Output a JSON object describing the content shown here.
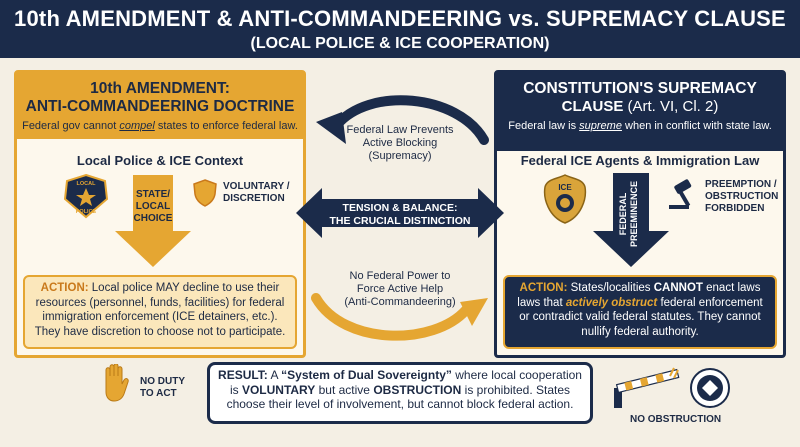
{
  "header": {
    "title": "10th AMENDMENT & ANTI-COMMANDEERING vs. SUPREMACY CLAUSE",
    "subtitle": "(LOCAL POLICE & ICE COOPERATION)"
  },
  "left": {
    "heading_line1": "10th AMENDMENT:",
    "heading_line2": "ANTI-COMMANDEERING DOCTRINE",
    "sub_pre": "Federal gov cannot ",
    "sub_em": "compel",
    "sub_post": " states to enforce federal law.",
    "context_title": "Local Police & ICE Context",
    "badge_text_1": "LOCAL",
    "badge_text_2": "POLICE",
    "arrow_label_1": "STATE/",
    "arrow_label_2": "LOCAL",
    "arrow_label_3": "CHOICE",
    "voluntary_1": "VOLUNTARY /",
    "voluntary_2": "DISCRETION",
    "action_label": "ACTION:",
    "action_text": " Local police MAY decline to use their resources (personnel, funds, facilities) for federal immigration enforcement (ICE detainers, etc.). They have discretion to choose not to participate."
  },
  "right": {
    "heading_line1": "CONSTITUTION'S SUPREMACY",
    "heading_line2_bold": "CLAUSE",
    "heading_line2_rest": " (Art. VI, Cl. 2)",
    "sub_pre": "Federal law is ",
    "sub_em": "supreme",
    "sub_post": " when in conflict with state law.",
    "context_title": "Federal ICE Agents & Immigration Law",
    "badge_text": "ICE",
    "arrow_label_1": "FEDERAL",
    "arrow_label_2": "PREEMINENCE",
    "preempt_1": "PREEMPTION /",
    "preempt_2": "OBSTRUCTION",
    "preempt_3": "FORBIDDEN",
    "action_label": "ACTION:",
    "action_pre": " States/localities ",
    "action_cannot": "CANNOT",
    "action_mid1": " enact laws laws that ",
    "action_obs": "actively obstruct",
    "action_mid2": " federal enforcement or contradict valid federal statutes. They cannot nullify federal authority."
  },
  "middle": {
    "top_text_1": "Federal Law Prevents",
    "top_text_2": "Active Blocking",
    "top_text_3": "(Supremacy)",
    "tension_1": "TENSION & BALANCE:",
    "tension_2": "THE CRUCIAL DISTINCTION",
    "bottom_text_1": "No Federal Power to",
    "bottom_text_2": "Force Active Help",
    "bottom_text_3": "(Anti-Commandeering)"
  },
  "bottom": {
    "no_duty_1": "NO DUTY",
    "no_duty_2": "TO ACT",
    "result_label": "RESULT:",
    "result_pre": " A ",
    "result_q": "“System of Dual Sovereignty”",
    "result_mid1": " where local cooperation is ",
    "result_vol": "VOLUNTARY",
    "result_mid2": " but active ",
    "result_obs": "OBSTRUCTION",
    "result_post": " is prohibited. States choose their level of involvement, but cannot block federal action.",
    "no_obstruction": "NO OBSTRUCTION"
  },
  "colors": {
    "navy": "#1b2b4a",
    "gold": "#e5a632",
    "cream": "#f4efe4"
  },
  "icons": [
    "police-badge-icon",
    "shield-icon",
    "ice-badge-icon",
    "gavel-icon",
    "hand-stop-icon",
    "barrier-icon",
    "dhs-seal-icon"
  ]
}
